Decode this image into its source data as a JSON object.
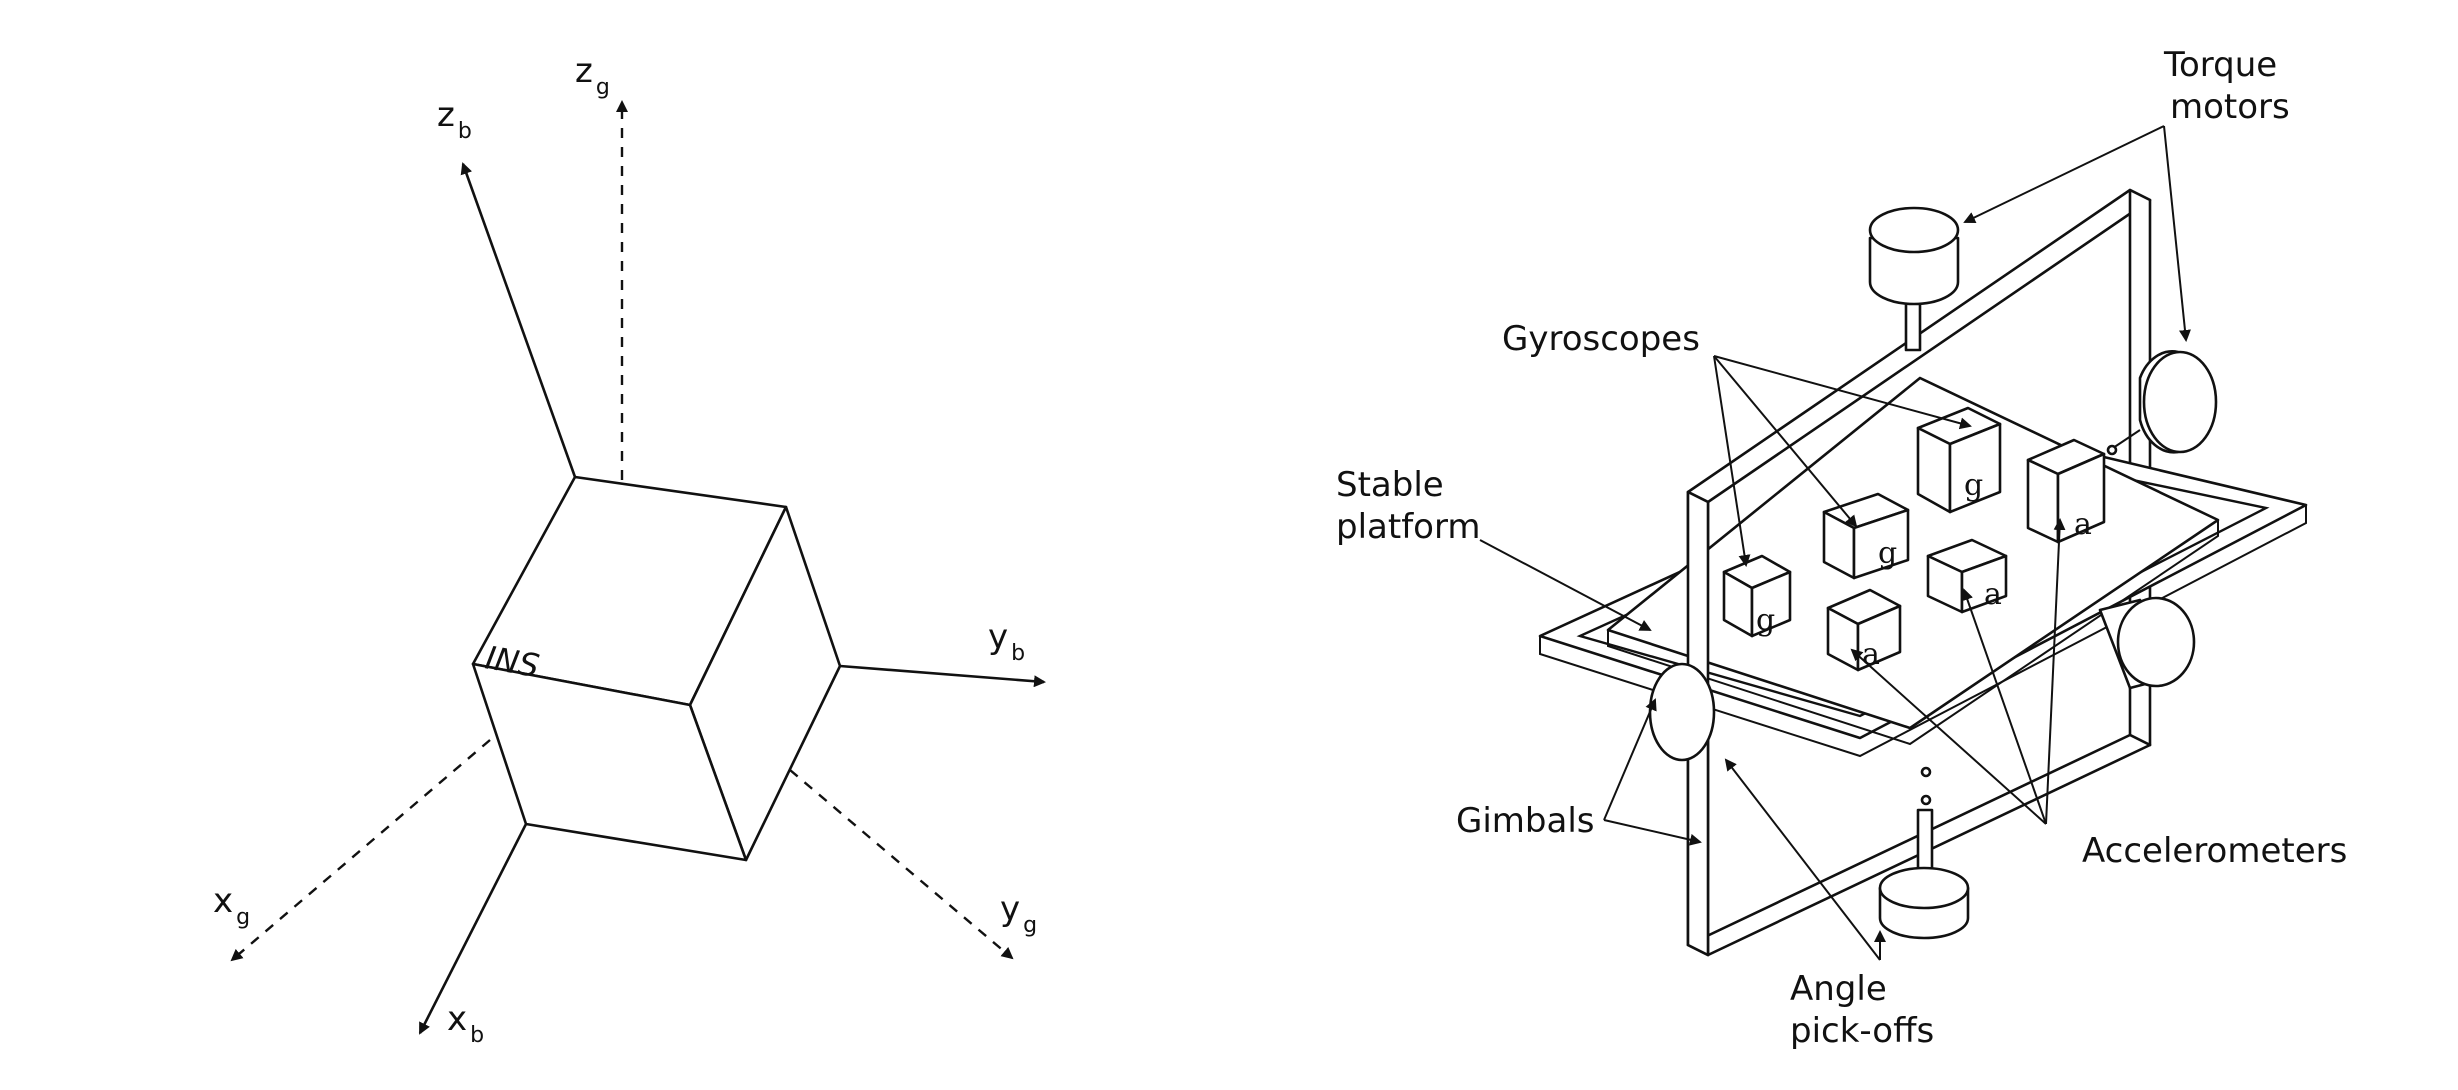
{
  "left_diagram": {
    "cube_label": "INS",
    "axes": {
      "zb": {
        "base": "z",
        "sub": "b"
      },
      "zg": {
        "base": "z",
        "sub": "g"
      },
      "yb": {
        "base": "y",
        "sub": "b"
      },
      "yg": {
        "base": "y",
        "sub": "g"
      },
      "xb": {
        "base": "x",
        "sub": "b"
      },
      "xg": {
        "base": "x",
        "sub": "g"
      }
    }
  },
  "right_diagram": {
    "labels": {
      "torque_1": "Torque",
      "torque_2": "motors",
      "gyroscopes": "Gyroscopes",
      "stable_1": "Stable",
      "stable_2": "platform",
      "gimbals": "Gimbals",
      "accelerometers": "Accelerometers",
      "angle_1": "Angle",
      "angle_2": "pick-offs"
    },
    "sensor_letters": {
      "gyro": "g",
      "accel": "a"
    }
  }
}
